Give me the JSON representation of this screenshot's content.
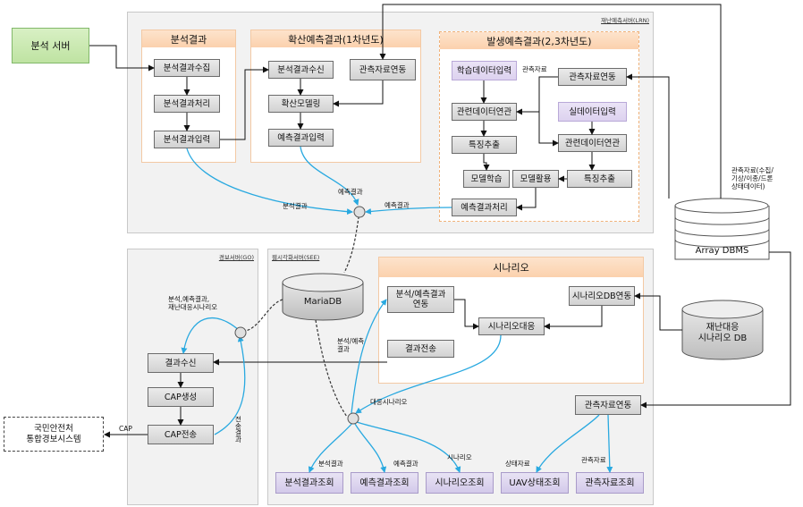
{
  "regions": {
    "disaster_server_label": "재난예측서버(LRN)",
    "alert_server_label": "경보서버(GO)",
    "situation_server_label": "웹시각화서버(SEE)"
  },
  "analysis_server": "분석 서버",
  "panels": {
    "analysis": {
      "title": "분석결과",
      "boxes": [
        "분석결과수집",
        "분석결과처리",
        "분석결과입력"
      ]
    },
    "diffusion": {
      "title": "확산예측결과(1차년도)",
      "boxes": [
        "분석결과수신",
        "확산모델링",
        "예측결과입력",
        "관측자료연동"
      ]
    },
    "occurrence": {
      "title": "발생예측결과(2,3차년도)",
      "learning_input": "학습데이터입력",
      "obs_link": "관측자료연동",
      "related_data_1": "관련데이터연관",
      "real_input": "실데이터입력",
      "related_data_2": "관련데이터연관",
      "feature_1": "특징추출",
      "feature_2": "특징추출",
      "model_learn": "모델학습",
      "model_use": "모델활용",
      "pred_process": "예측결과처리",
      "obs_small_label": "관측자료"
    },
    "scenario": {
      "title": "시나리오",
      "boxes": {
        "analysis_pred_link": "분석/예측결과\n연동",
        "scenario_response": "시나리오대응",
        "scenario_db_link": "시나리오DB연동",
        "result_send": "결과전송"
      }
    }
  },
  "alert_boxes": [
    "결과수신",
    "CAP생성",
    "CAP전송"
  ],
  "external_system": "국민안전처\n통합경보시스템",
  "obs_link_lower": "관측자료연동",
  "query_boxes": [
    "분석결과조회",
    "예측결과조회",
    "시나리오조회",
    "UAV상태조회",
    "관측자료조회"
  ],
  "databases": {
    "mariadb": "MariaDB",
    "array_dbms": "Array DBMS",
    "scenario_db": "재난대응\n시나리오 DB"
  },
  "edge_labels": {
    "analysis_result": "분석결과",
    "pred_result_top": "예측결과",
    "pred_result_right": "예측결과",
    "array_obs": "관측자료(수집/\n기상/이종/드론\n상태데이터)",
    "alert_receive": "분석,예측결과,\n재난대응시나리오",
    "analysis_pred_small": "분석/예측\n결과",
    "response_scenario": "대응시나리오",
    "cap": "CAP",
    "send_result": "전송결과",
    "q_analysis": "분석결과",
    "q_pred": "예측결과",
    "q_scenario": "시나리오",
    "q_status": "상태자료",
    "q_obs": "관측자료"
  },
  "colors": {
    "panel_header": "#fbd1ad",
    "box_fill": "#d9d9d9",
    "blue_flow": "#29a9e0",
    "green_box": "#c6e7ac"
  }
}
